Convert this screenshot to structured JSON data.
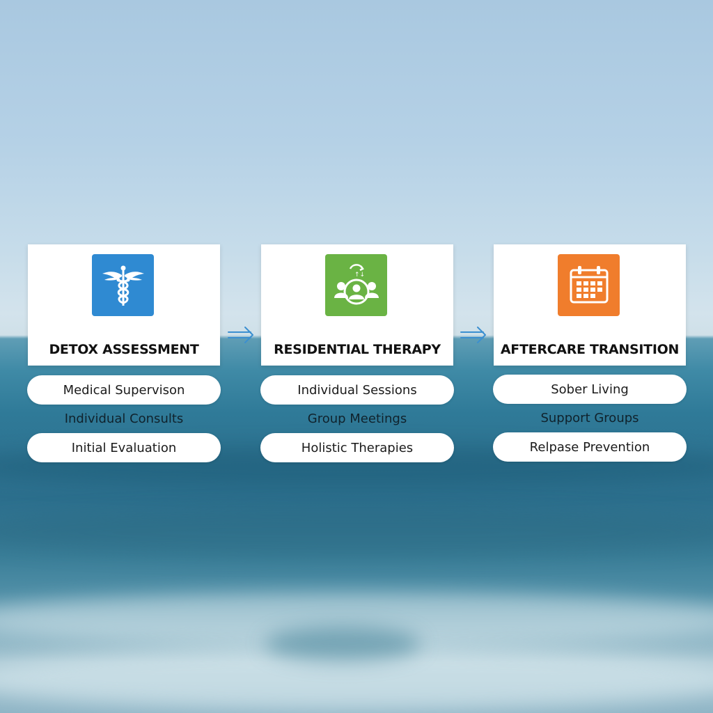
{
  "stages": [
    {
      "title": "DETOX ASSESSMENT",
      "icon": "caduceus-icon",
      "icon_color": "#2f8ad2",
      "items": [
        "Medical Supervison",
        "Individual Consults",
        "Initial Evaluation"
      ]
    },
    {
      "title": "RESIDENTIAL THERAPY",
      "icon": "group-therapy-icon",
      "icon_color": "#6ab344",
      "items": [
        "Individual Sessions",
        "Group Meetings",
        "Holistic Therapies"
      ]
    },
    {
      "title": "AFTERCARE TRANSITION",
      "icon": "calendar-icon",
      "icon_color": "#f07d2c",
      "items": [
        "Sober Living",
        "Support Groups",
        "Relpase Prevention"
      ]
    }
  ],
  "arrow_color": "#3b8fd0"
}
